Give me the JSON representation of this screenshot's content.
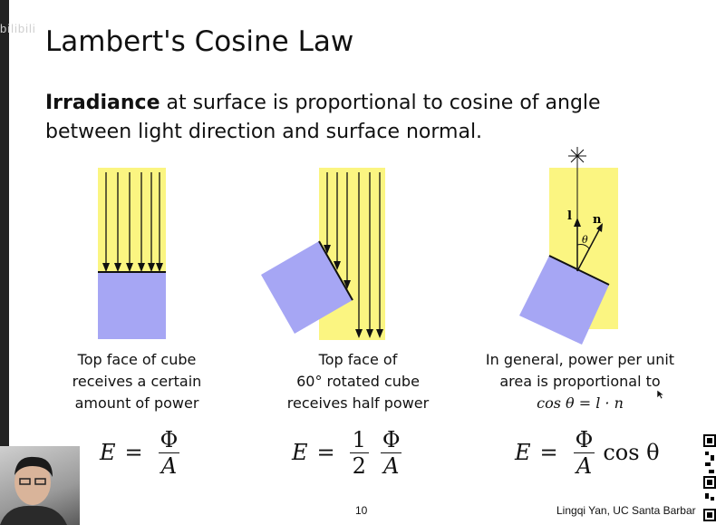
{
  "slide": {
    "title": "Lambert's Cosine Law",
    "subtitle_bold": "Irradiance",
    "subtitle_rest": " at surface is proportional to cosine of angle between light direction and surface normal.",
    "watermark": "bilibili",
    "page_number": "10",
    "author": "Lingqi Yan, UC Santa Barbar"
  },
  "panels": [
    {
      "caption_lines": [
        "Top face of cube",
        "receives a certain",
        "amount of power"
      ],
      "formula": {
        "lhs": "E",
        "eq": "=",
        "num": "Φ",
        "den": "A"
      }
    },
    {
      "caption_lines": [
        "Top face of",
        "60° rotated cube",
        "receives half power"
      ],
      "formula": {
        "lhs": "E",
        "eq": "=",
        "coef_num": "1",
        "coef_den": "2",
        "num": "Φ",
        "den": "A"
      }
    },
    {
      "caption_lines": [
        "In general, power per unit",
        "area is proportional to"
      ],
      "caption_math": "cos θ = l · n",
      "labels": {
        "light": "l",
        "normal": "n",
        "angle": "θ"
      },
      "formula": {
        "lhs": "E",
        "eq": "=",
        "num": "Φ",
        "den": "A",
        "tail": "cos θ"
      }
    }
  ],
  "colors": {
    "light_beam": "#fbf581",
    "cube": "#a6a6f4",
    "text": "#111111"
  }
}
